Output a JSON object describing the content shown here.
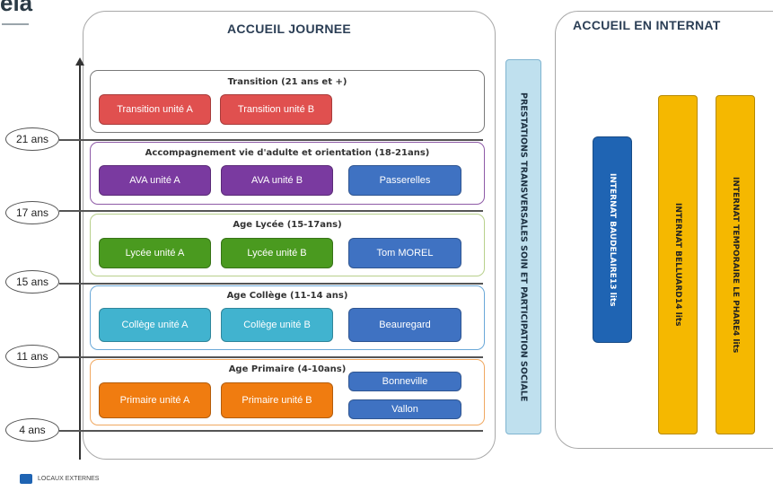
{
  "logo": {
    "text": "eia"
  },
  "day": {
    "title": "ACCUEIL JOURNEE",
    "sections": [
      {
        "title": "Transition (21 ans et +)",
        "border": "#7a7a7a",
        "units": [
          {
            "label": "Transition unité A",
            "color": "#e0504f"
          },
          {
            "label": "Transition unité B",
            "color": "#e0504f"
          }
        ]
      },
      {
        "title": "Accompagnement vie d'adulte et orientation (18-21ans)",
        "border": "#8e5aa6",
        "units": [
          {
            "label": "AVA unité A",
            "color": "#7a3aa0"
          },
          {
            "label": "AVA unité B",
            "color": "#7a3aa0"
          },
          {
            "label": "Passerelles",
            "color": "#3f72c2"
          }
        ]
      },
      {
        "title": "Age Lycée (15-17ans)",
        "border": "#b8d08c",
        "units": [
          {
            "label": "Lycée unité A",
            "color": "#4a9a1f"
          },
          {
            "label": "Lycée unité B",
            "color": "#4a9a1f"
          },
          {
            "label": "Tom MOREL",
            "color": "#3f72c2"
          }
        ]
      },
      {
        "title": "Age Collège (11-14 ans)",
        "border": "#6aa8d8",
        "units": [
          {
            "label": "Collège unité A",
            "color": "#41b3cf"
          },
          {
            "label": "Collège unité B",
            "color": "#41b3cf"
          },
          {
            "label": "Beauregard",
            "color": "#3f72c2"
          }
        ]
      },
      {
        "title": "Age Primaire (4-10ans)",
        "border": "#f0a860",
        "units": [
          {
            "label": "Primaire unité A",
            "color": "#f07c10"
          },
          {
            "label": "Primaire unité B",
            "color": "#f07c10"
          },
          {
            "label": "Bonneville",
            "color": "#3f72c2"
          },
          {
            "label": "Vallon",
            "color": "#3f72c2"
          }
        ]
      }
    ]
  },
  "ages": [
    "21 ans",
    "17 ans",
    "15 ans",
    "11 ans",
    "4 ans"
  ],
  "transversal": {
    "label": "PRESTATIONS TRANSVERSALES SOIN ET PARTICIPATION SOCIALE",
    "color": "#bfe0ee",
    "border": "#7fb4d0"
  },
  "internat": {
    "title": "ACCUEIL EN INTERNAT",
    "bars": [
      {
        "name": "INTERNAT BAUDELAIRE",
        "capacity": "13 lits",
        "color": "#1f64b3",
        "text_color": "#ffffff"
      },
      {
        "name": "INTERNAT BELLUARD",
        "capacity": "14 lits",
        "color": "#f5b800",
        "text_color": "#222222"
      },
      {
        "name": "INTERNAT TEMPORAIRE LE PHARE",
        "capacity": "4 lits",
        "color": "#f5b800",
        "text_color": "#222222"
      }
    ]
  },
  "legend": {
    "label": "LOCAUX EXTERNES",
    "color": "#1f64b3"
  }
}
